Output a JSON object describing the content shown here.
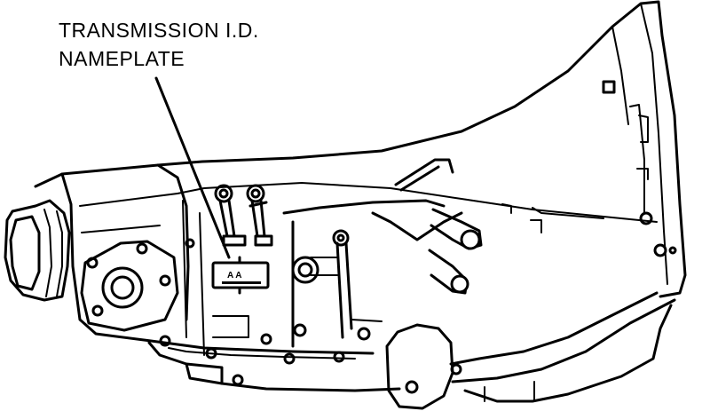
{
  "callout": {
    "line1": "TRANSMISSION I.D.",
    "line2": "NAMEPLATE"
  },
  "nameplate": {
    "text": "A A"
  }
}
